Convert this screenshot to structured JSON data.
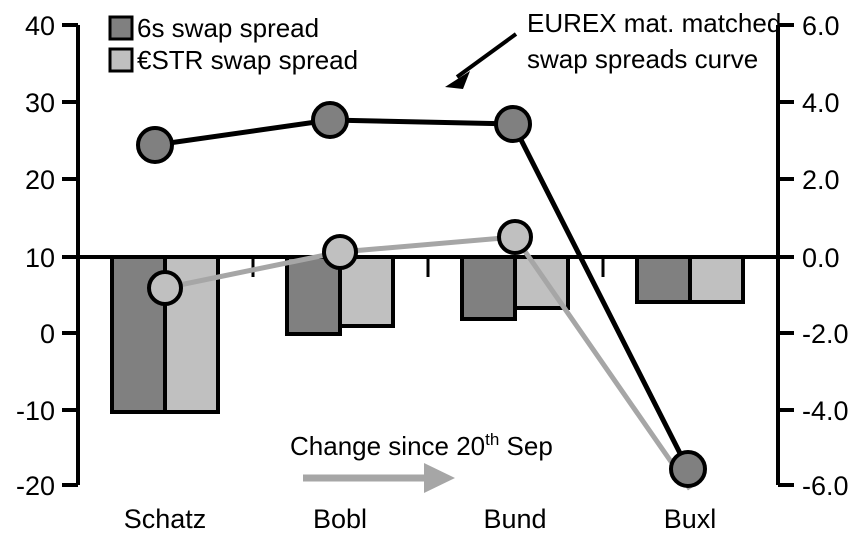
{
  "chart_data": {
    "type": "bar",
    "title": "",
    "subtitle": "",
    "xlabel": "",
    "ylabel": "",
    "categories": [
      "Schatz",
      "Bobl",
      "Bund",
      "Buxl"
    ],
    "grid": false,
    "legend_position": "top-left",
    "left_axis": {
      "name": "left",
      "ticks": [
        "40",
        "30",
        "20",
        "10",
        "0",
        "-10",
        "-20"
      ],
      "tick_values": [
        40,
        30,
        20,
        10,
        0,
        -10,
        -20
      ],
      "ylim": [
        -20,
        40
      ],
      "zero_reference_tick": "10"
    },
    "right_axis": {
      "name": "right",
      "ticks": [
        "6.0",
        "4.0",
        "2.0",
        "0.0",
        "-2.0",
        "-4.0",
        "-6.0"
      ],
      "tick_values": [
        6.0,
        4.0,
        2.0,
        0.0,
        -2.0,
        -4.0,
        -6.0
      ],
      "ylim": [
        -6.0,
        6.0
      ],
      "zero_line": 0.0
    },
    "series": [
      {
        "name": "6s swap spread",
        "type": "bar",
        "axis": "right",
        "color": "#808080",
        "values": [
          -4.05,
          -1.95,
          -1.55,
          -1.15
        ]
      },
      {
        "name": "€STR swap spread",
        "type": "bar",
        "axis": "right",
        "color": "#C0C0C0",
        "values": [
          -4.05,
          -1.8,
          -1.3,
          -1.15
        ]
      },
      {
        "name": "EUREX mat. matched swap spreads curve",
        "type": "line",
        "axis": "left",
        "color": "#000000",
        "marker_fill": "#808080",
        "values": [
          24.5,
          28.0,
          27.3,
          -18.0
        ]
      },
      {
        "name": "Change since 20th Sep",
        "type": "line",
        "axis": "left",
        "color": "#A6A6A6",
        "marker_fill": "#C0C0C0",
        "values": [
          6.0,
          10.5,
          12.7,
          -19.8
        ]
      }
    ],
    "annotations": [
      {
        "id": "eurex-note",
        "line1": "EUREX mat. matched",
        "line2": "swap spreads curve",
        "arrow": "down-left",
        "color": "#000000"
      },
      {
        "id": "change-note",
        "text_main": "Change since 20",
        "text_sup": "th",
        "text_tail": " Sep",
        "arrow": "right",
        "arrow_color": "#A6A6A6",
        "color": "#000000"
      }
    ]
  },
  "legend": {
    "items": [
      {
        "label": "6s swap spread",
        "color": "#808080"
      },
      {
        "label": "€STR swap spread",
        "color": "#C0C0C0"
      }
    ]
  },
  "axes": {
    "left_ticks": [
      "40",
      "30",
      "20",
      "10",
      "0",
      "-10",
      "-20"
    ],
    "right_ticks": [
      "6.0",
      "4.0",
      "2.0",
      "0.0",
      "-2.0",
      "-4.0",
      "-6.0"
    ]
  },
  "categories": [
    "Schatz",
    "Bobl",
    "Bund",
    "Buxl"
  ],
  "annotation_eurex": {
    "line1": "EUREX mat. matched",
    "line2": "swap spreads curve"
  },
  "annotation_change": {
    "main": "Change since 20",
    "sup": "th",
    "tail": " Sep"
  }
}
